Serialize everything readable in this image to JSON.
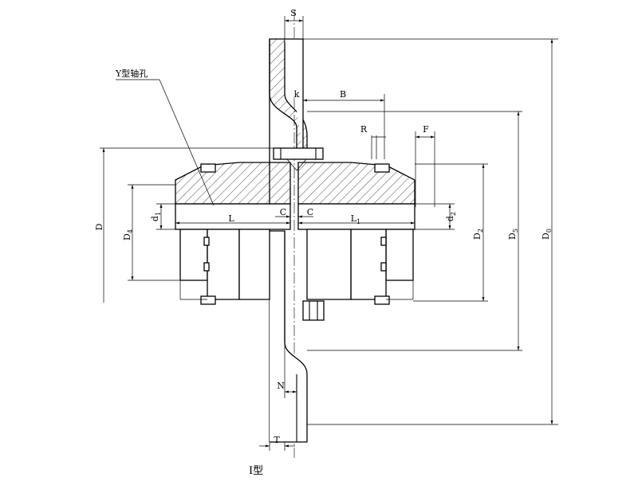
{
  "labels": {
    "S": "S",
    "k": "k",
    "B": "B",
    "R": "R",
    "F": "F",
    "C_left": "C",
    "C_right": "C",
    "L": "L",
    "L1": "L",
    "L1_sub": "1",
    "D": "D",
    "D4": "D",
    "D4_sub": "4",
    "d1": "d",
    "d1_sub": "1",
    "d2": "d",
    "d2_sub": "2",
    "D2": "D",
    "D2_sub": "2",
    "D5": "D",
    "D5_sub": "5",
    "D0": "D",
    "D0_sub": "0",
    "N": "N",
    "T": "T"
  },
  "callout": "Y型轴孔",
  "caption": "I型",
  "colors": {
    "line": "#000000",
    "background": "#ffffff"
  }
}
